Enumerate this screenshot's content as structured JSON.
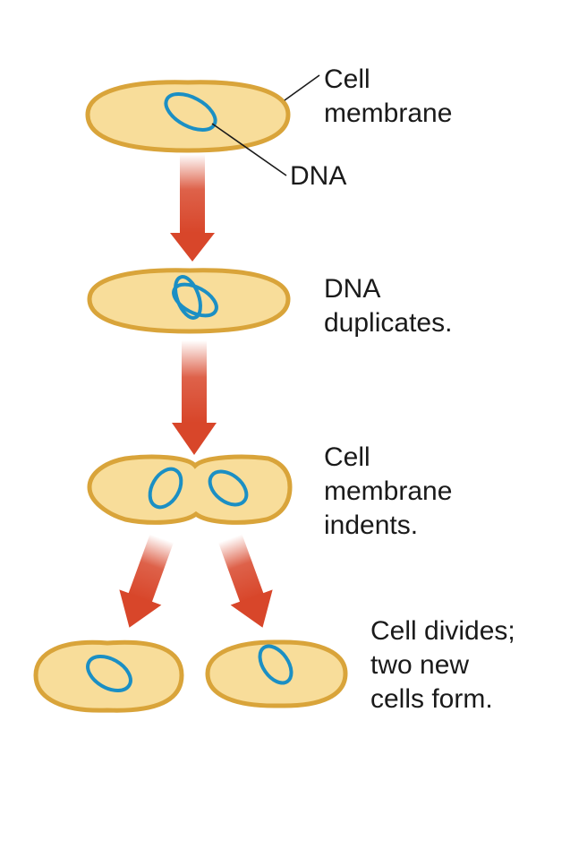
{
  "colors": {
    "cell_fill": "#f8dd9a",
    "cell_border": "#d9a43a",
    "dna": "#1b8fc4",
    "arrow": "#d8462a",
    "leader_line": "#1a1a1a",
    "text": "#1a1a1a"
  },
  "labels": {
    "cell_membrane": [
      "Cell",
      "membrane"
    ],
    "dna": "DNA",
    "dna_duplicates": [
      "DNA",
      "duplicates."
    ],
    "membrane_indents": [
      "Cell",
      "membrane",
      "indents."
    ],
    "cell_divides": [
      "Cell divides;",
      "two new",
      "cells form."
    ]
  }
}
